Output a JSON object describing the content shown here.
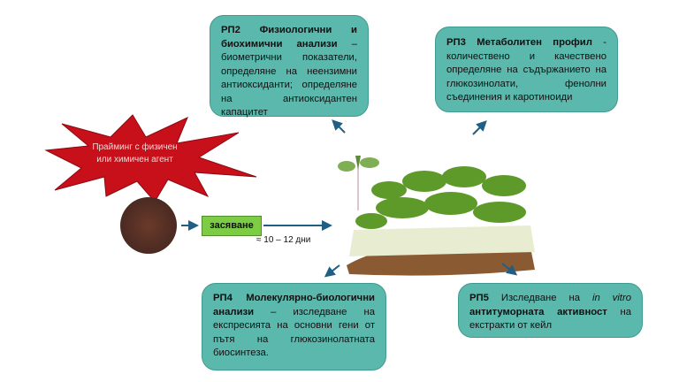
{
  "priming": {
    "text": "Прайминг с физичен или химичен агент",
    "color": "#c8101a"
  },
  "sowing": {
    "label": "засяване"
  },
  "duration": {
    "label": "≈ 10 – 12 дни"
  },
  "boxes": {
    "rp2": {
      "title": "РП2 Физиологични и биохимични анализи",
      "text": " – биометрични показатели, определяне на неензимни антиоксиданти; определяне на антиоксидантен капацитет"
    },
    "rp3": {
      "title": "РП3 Метаболитен профил",
      "text": " - количествено и качествено определяне на съдържанието на глюкозинолати, фенолни съединения и каротиноиди"
    },
    "rp4": {
      "title": "РП4 Молекулярно-биологични анализи",
      "text": " – изследване на експресията на основни гени от пътя на глюкозинолатната биосинтеза."
    },
    "rp5": {
      "title": "РП5",
      "text1": " Изследване на ",
      "italic": "in vitro",
      "bold2": " антитуморната активност",
      "text2": " на екстракти от кейл"
    }
  },
  "colors": {
    "box": "#5bb8ac",
    "arrow": "#1f5f86",
    "sow": "#7ccc44"
  }
}
